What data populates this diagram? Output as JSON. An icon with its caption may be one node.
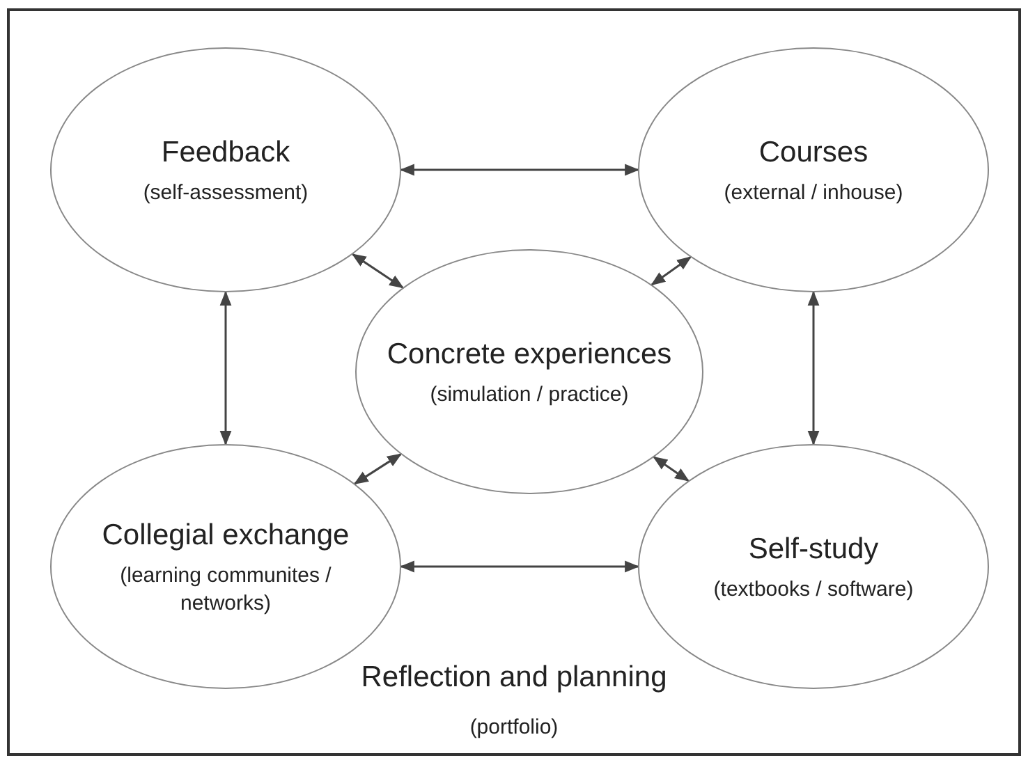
{
  "diagram": {
    "nodes": [
      {
        "text": [
          "Reflection and planning",
          "(portfolio)"
        ]
      },
      {
        "text": [
          "Feedback",
          "(self-assessment)"
        ],
        "in": 0
      },
      {
        "text": [
          "Courses",
          "(external / inhouse)"
        ],
        "in": 0
      },
      {
        "text": [
          "Concrete experiences",
          "(simulation / practice)"
        ],
        "in": 0
      },
      {
        "text": [
          "Collegial exchange",
          "(learning communites / networks)"
        ],
        "in": 0
      },
      {
        "text": [
          "Self-study",
          "(textbooks / software)"
        ],
        "in": 0
      }
    ],
    "edges": [
      {
        "from": 1,
        "to": 2,
        "arrow": "both"
      },
      {
        "from": 1,
        "to": 3,
        "arrow": "both"
      },
      {
        "from": 2,
        "to": 3,
        "arrow": "both"
      },
      {
        "from": 1,
        "to": 4,
        "arrow": "both"
      },
      {
        "from": 2,
        "to": 5,
        "arrow": "both"
      },
      {
        "from": 3,
        "to": 4,
        "arrow": "both"
      },
      {
        "from": 3,
        "to": 5,
        "arrow": "both"
      },
      {
        "from": 4,
        "to": 5,
        "arrow": "both"
      }
    ]
  }
}
